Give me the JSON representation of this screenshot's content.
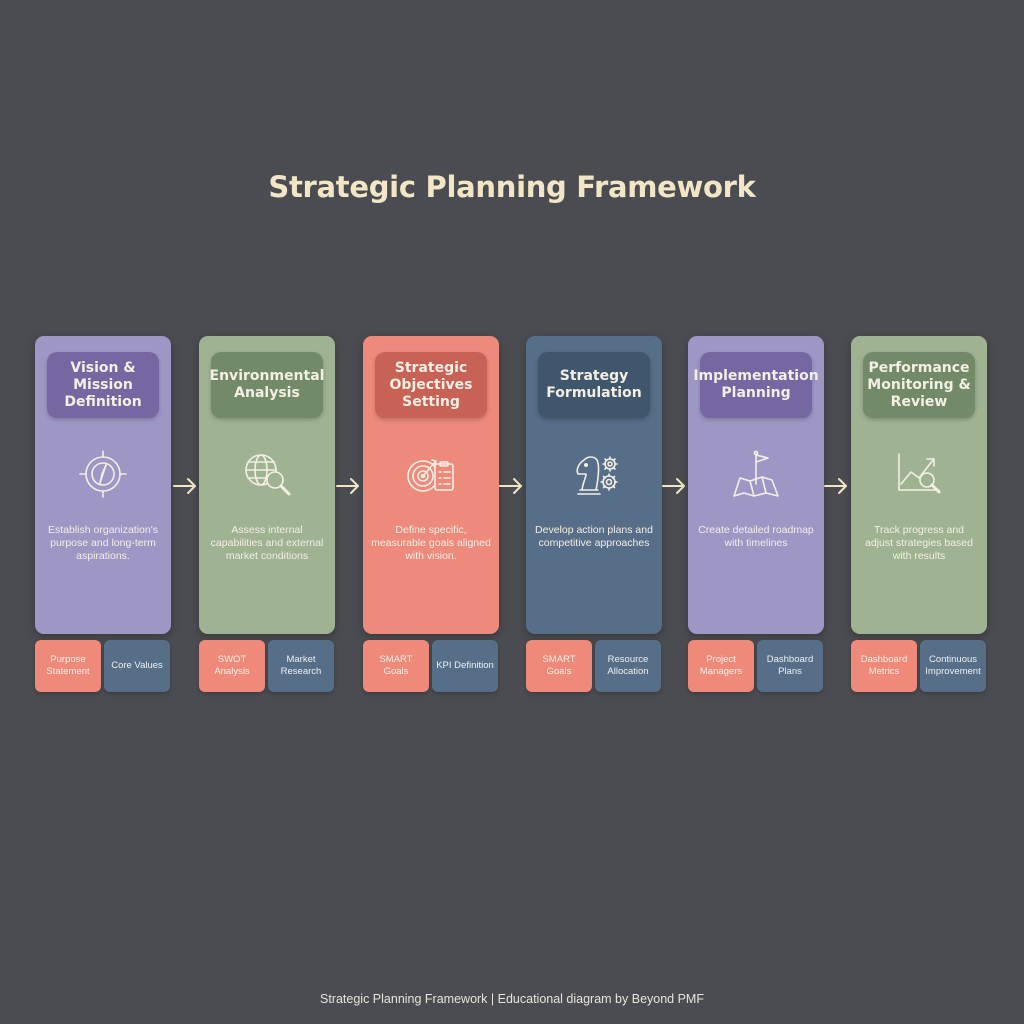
{
  "title": "Strategic Planning Framework",
  "stages": [
    {
      "heading": "Vision & Mission Definition",
      "icon": "compass-icon",
      "description": "Establish organization's purpose and long-term aspirations.",
      "colors": {
        "card": "#9e97c6",
        "header": "#7667a2"
      },
      "tags": [
        {
          "label": "Purpose Statement",
          "style": "coral"
        },
        {
          "label": "Core Values",
          "style": "slate"
        }
      ]
    },
    {
      "heading": "Environmental Analysis",
      "icon": "globe-magnifier-icon",
      "description": "Assess internal capabilities and external market conditions",
      "colors": {
        "card": "#9fb393",
        "header": "#728a67"
      },
      "tags": [
        {
          "label": "SWOT Analysis",
          "style": "coral"
        },
        {
          "label": "Market Research",
          "style": "slate"
        }
      ]
    },
    {
      "heading": "Strategic Objectives Setting",
      "icon": "target-checklist-icon",
      "description": "Define specific, measurable goals aligned with vision.",
      "colors": {
        "card": "#ee8a7b",
        "header": "#c86156"
      },
      "tags": [
        {
          "label": "SMART Goals",
          "style": "coral"
        },
        {
          "label": "KPI Definition",
          "style": "slate"
        }
      ]
    },
    {
      "heading": "Strategy Formulation",
      "icon": "chess-knight-gears-icon",
      "description": "Develop action plans and competitive approaches",
      "colors": {
        "card": "#566e88",
        "header": "#3f566d"
      },
      "tags": [
        {
          "label": "SMART Goals",
          "style": "coral"
        },
        {
          "label": "Resource Allocation",
          "style": "slate"
        }
      ]
    },
    {
      "heading": "Implementation Planning",
      "icon": "map-flag-icon",
      "description": "Create detailed roadmap with timelines",
      "colors": {
        "card": "#9e97c6",
        "header": "#7667a2"
      },
      "tags": [
        {
          "label": "Project Managers",
          "style": "coral"
        },
        {
          "label": "Dashboard Plans",
          "style": "slate"
        }
      ]
    },
    {
      "heading": "Performance Monitoring & Review",
      "icon": "chart-magnifier-icon",
      "description": "Track progress and adjust strategies based with results",
      "colors": {
        "card": "#9fb393",
        "header": "#728a67"
      },
      "tags": [
        {
          "label": "Dashboard Metrics",
          "style": "coral"
        },
        {
          "label": "Continuous Improvement",
          "style": "slate"
        }
      ]
    }
  ],
  "footer": "Strategic Planning Framework  |  Educational diagram by Beyond PMF"
}
